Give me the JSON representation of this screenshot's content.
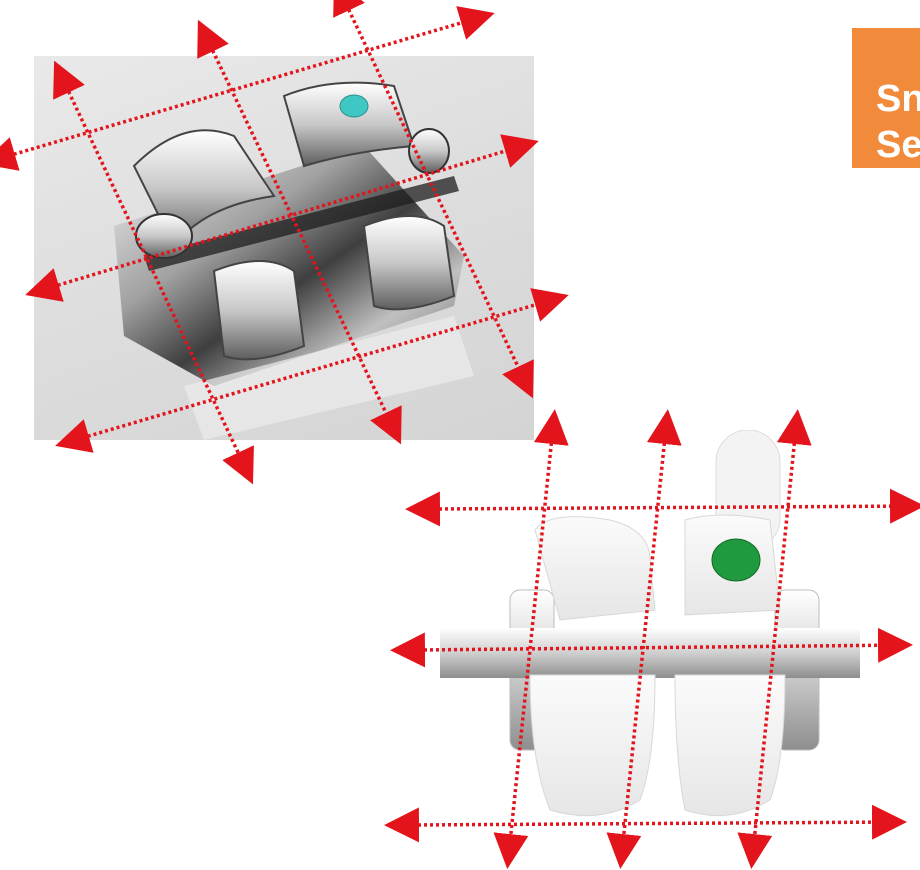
{
  "title_box": {
    "line1": "Sn",
    "line2": "Se"
  },
  "colors": {
    "title_box_bg": "#f28a3c",
    "arrow_line": "#e3141b",
    "metal_marker": "#3fc7c4",
    "ceramic_marker": "#1f9a3e"
  },
  "images": [
    {
      "name": "metal-self-ligating-bracket",
      "marker_color": "#3fc7c4"
    },
    {
      "name": "ceramic-self-ligating-bracket",
      "marker_color": "#1f9a3e"
    }
  ]
}
